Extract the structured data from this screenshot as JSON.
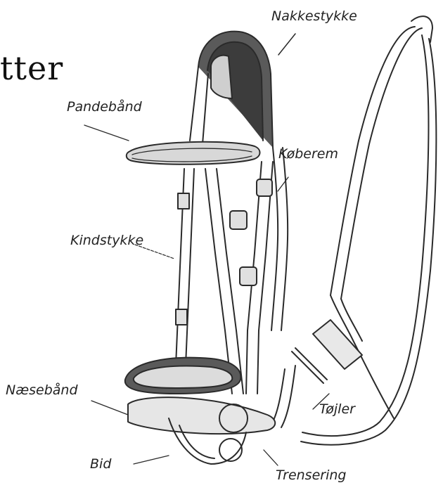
{
  "title_fragment": "tter",
  "labels": {
    "nakkestykke": "Nakkestykke",
    "pandebaand": "Pandebånd",
    "koberem": "Køberem",
    "kindstykke": "Kindstykke",
    "naesebaand": "Næsebånd",
    "tojler": "Tøjler",
    "bid": "Bid",
    "trensering": "Trensering"
  },
  "colors": {
    "ink": "#2a2a2a",
    "leather_dark": "#5a5a5a",
    "leather_light": "#d8d8d8",
    "background": "#ffffff"
  }
}
